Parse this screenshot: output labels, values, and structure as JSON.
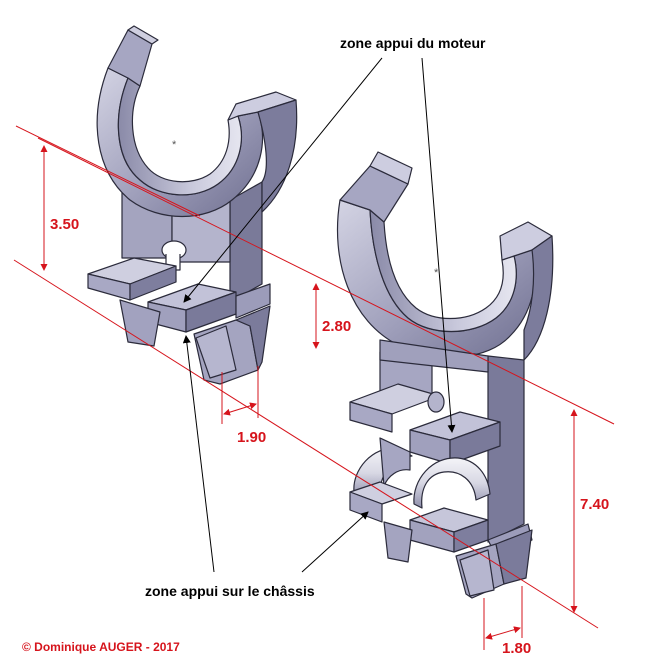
{
  "annotations": {
    "motor_support": "zone appui du moteur",
    "chassis_support": "zone appui sur le châssis"
  },
  "dimensions": {
    "d1": "3.50",
    "d2": "2.80",
    "d3": "1.90",
    "d4": "7.40",
    "d5": "1.80"
  },
  "copyright": "© Dominique AUGER - 2017",
  "colors": {
    "part_light": "#c9c9dc",
    "part_mid": "#9b9bb7",
    "part_dark": "#6d6d8e",
    "part_edge": "#2b2b3b",
    "dimension_red": "#d6141c"
  }
}
